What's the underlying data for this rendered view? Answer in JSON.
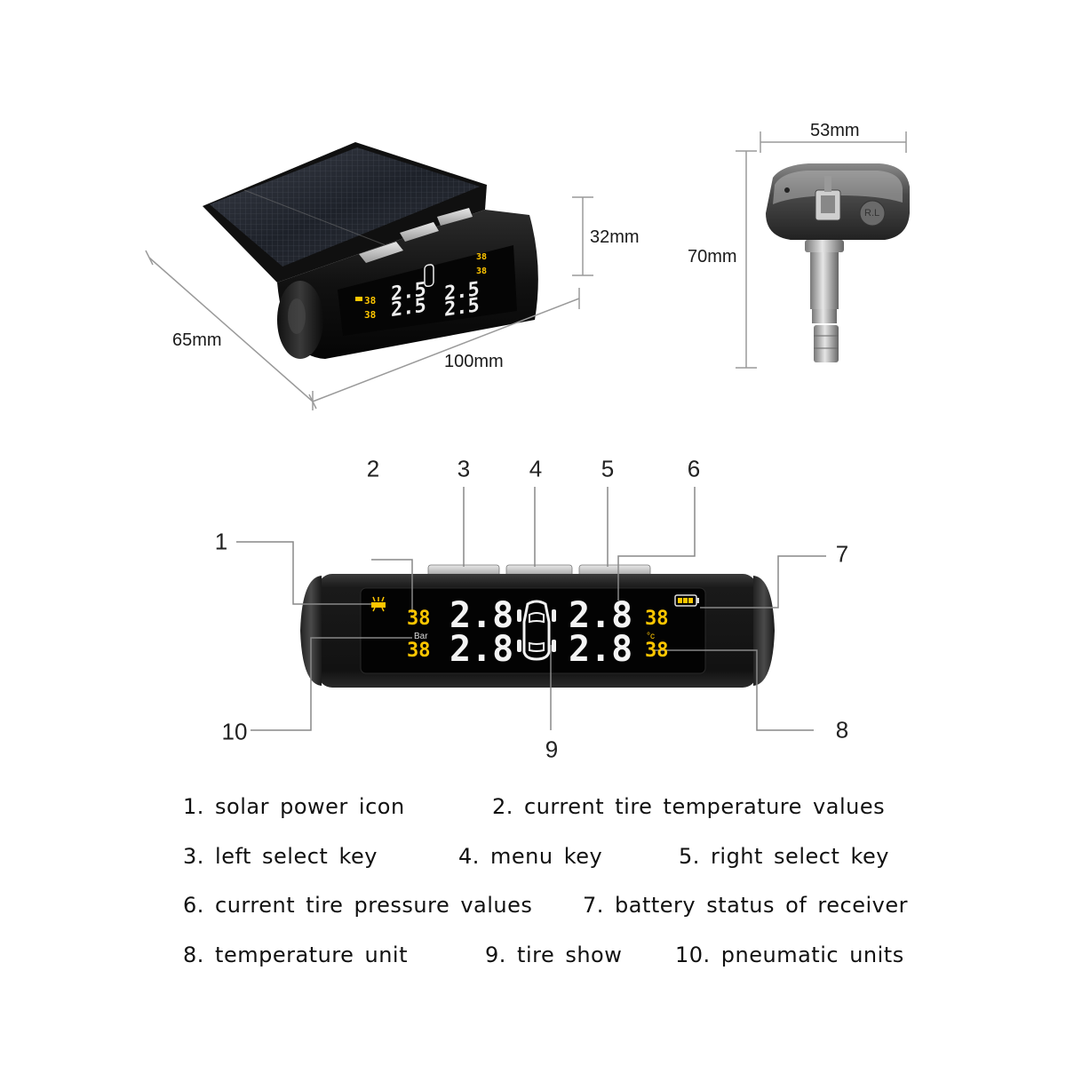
{
  "dimensions": {
    "width": "100mm",
    "depth": "65mm",
    "height": "32mm",
    "sensor_width": "53mm",
    "sensor_height": "70mm"
  },
  "sensor": {
    "position_label": "R.L"
  },
  "display": {
    "temp_value": "38",
    "pressure_value": "2.8",
    "pressure_unit": "Bar",
    "temp_unit": "°c"
  },
  "callouts": [
    "1",
    "2",
    "3",
    "4",
    "5",
    "6",
    "7",
    "8",
    "9",
    "10"
  ],
  "legend": [
    "1. solar  power  icon",
    "2. current  tire  temperature  values",
    "3. left  select  key",
    "4.  menu  key",
    "5.  right  select key",
    "6. current tire pressure values",
    "7. battery status of receiver",
    "8. temperature  unit",
    "9. tire  show",
    "10. pneumatic  units"
  ],
  "colors": {
    "lcd_amber": "#ffc600",
    "lcd_white": "#f4f4f4",
    "housing": "#1b1b1b",
    "leader_line": "#888888"
  }
}
